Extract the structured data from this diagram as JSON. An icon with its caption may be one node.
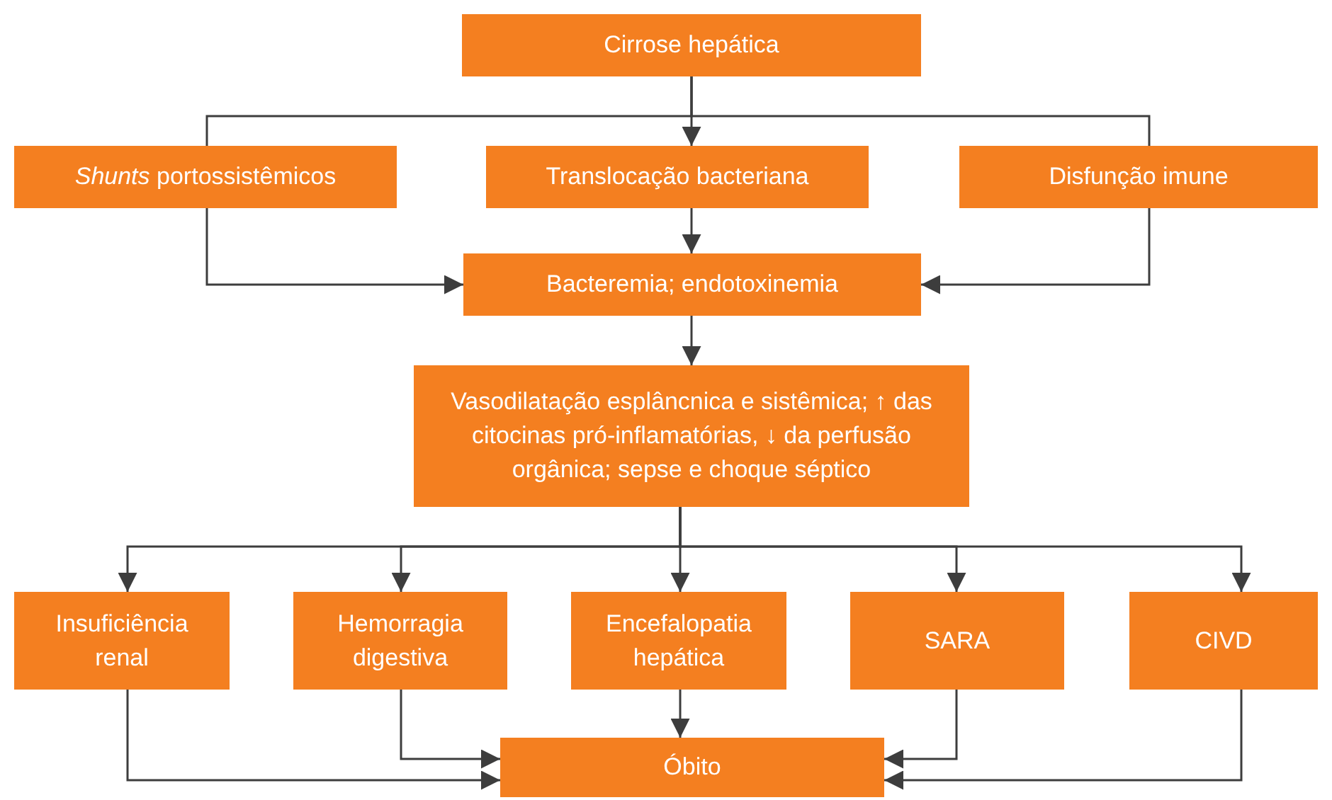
{
  "diagram": {
    "nodes": [
      {
        "text": [
          "Cirrose hepática"
        ]
      },
      {
        "text": [
          "*Shunts* portossistêmicos"
        ]
      },
      {
        "text": [
          "Translocação bacteriana"
        ]
      },
      {
        "text": [
          "Disfunção imune"
        ]
      },
      {
        "text": [
          "Bacteremia; endotoxinemia"
        ]
      },
      {
        "text": [
          "Vasodilatação esplâncnica e sistêmica; ↑ das citocinas pró-inflamatórias, ↓ da perfusão orgânica; sepse e choque séptico"
        ]
      },
      {
        "text": [
          "Insuficiência renal"
        ]
      },
      {
        "text": [
          "Hemorragia digestiva"
        ]
      },
      {
        "text": [
          "Encefalopatia hepática"
        ]
      },
      {
        "text": [
          "SARA"
        ]
      },
      {
        "text": [
          "CIVD"
        ]
      },
      {
        "text": [
          "Óbito"
        ]
      }
    ],
    "edges": [
      {
        "from": 0,
        "to": 1,
        "arrow": "none"
      },
      {
        "from": 0,
        "to": 2,
        "arrow": "to"
      },
      {
        "from": 0,
        "to": 3,
        "arrow": "none"
      },
      {
        "from": 1,
        "to": 4,
        "arrow": "to"
      },
      {
        "from": 2,
        "to": 4,
        "arrow": "to"
      },
      {
        "from": 3,
        "to": 4,
        "arrow": "to"
      },
      {
        "from": 4,
        "to": 5,
        "arrow": "to"
      },
      {
        "from": 5,
        "to": 6,
        "arrow": "to"
      },
      {
        "from": 5,
        "to": 7,
        "arrow": "to"
      },
      {
        "from": 5,
        "to": 8,
        "arrow": "to"
      },
      {
        "from": 5,
        "to": 9,
        "arrow": "to"
      },
      {
        "from": 5,
        "to": 10,
        "arrow": "to"
      },
      {
        "from": 6,
        "to": 11,
        "arrow": "to"
      },
      {
        "from": 7,
        "to": 11,
        "arrow": "to"
      },
      {
        "from": 8,
        "to": 11,
        "arrow": "to"
      },
      {
        "from": 9,
        "to": 11,
        "arrow": "to"
      },
      {
        "from": 10,
        "to": 11,
        "arrow": "to"
      }
    ]
  }
}
